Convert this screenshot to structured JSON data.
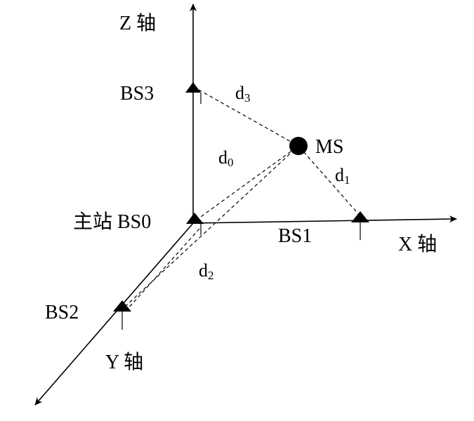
{
  "axes": {
    "z_label": "Z 轴",
    "x_label": "X 轴",
    "y_label": "Y 轴"
  },
  "stations": {
    "bs0": "主站 BS0",
    "bs1": "BS1",
    "bs2": "BS2",
    "bs3": "BS3",
    "ms": "MS"
  },
  "distances": {
    "d0": {
      "base": "d",
      "sub": "0"
    },
    "d1": {
      "base": "d",
      "sub": "1"
    },
    "d2": {
      "base": "d",
      "sub": "2"
    },
    "d3": {
      "base": "d",
      "sub": "3"
    }
  }
}
